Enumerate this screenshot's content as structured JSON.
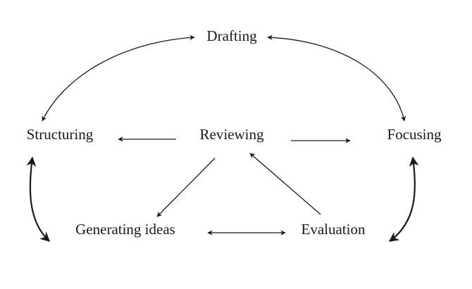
{
  "diagram": {
    "nodes": {
      "drafting": "Drafting",
      "structuring": "Structuring",
      "reviewing": "Reviewing",
      "focusing": "Focusing",
      "generating": "Generating ideas",
      "evaluation": "Evaluation"
    },
    "stroke_color": "#1a1a1a",
    "background": "#ffffff"
  }
}
